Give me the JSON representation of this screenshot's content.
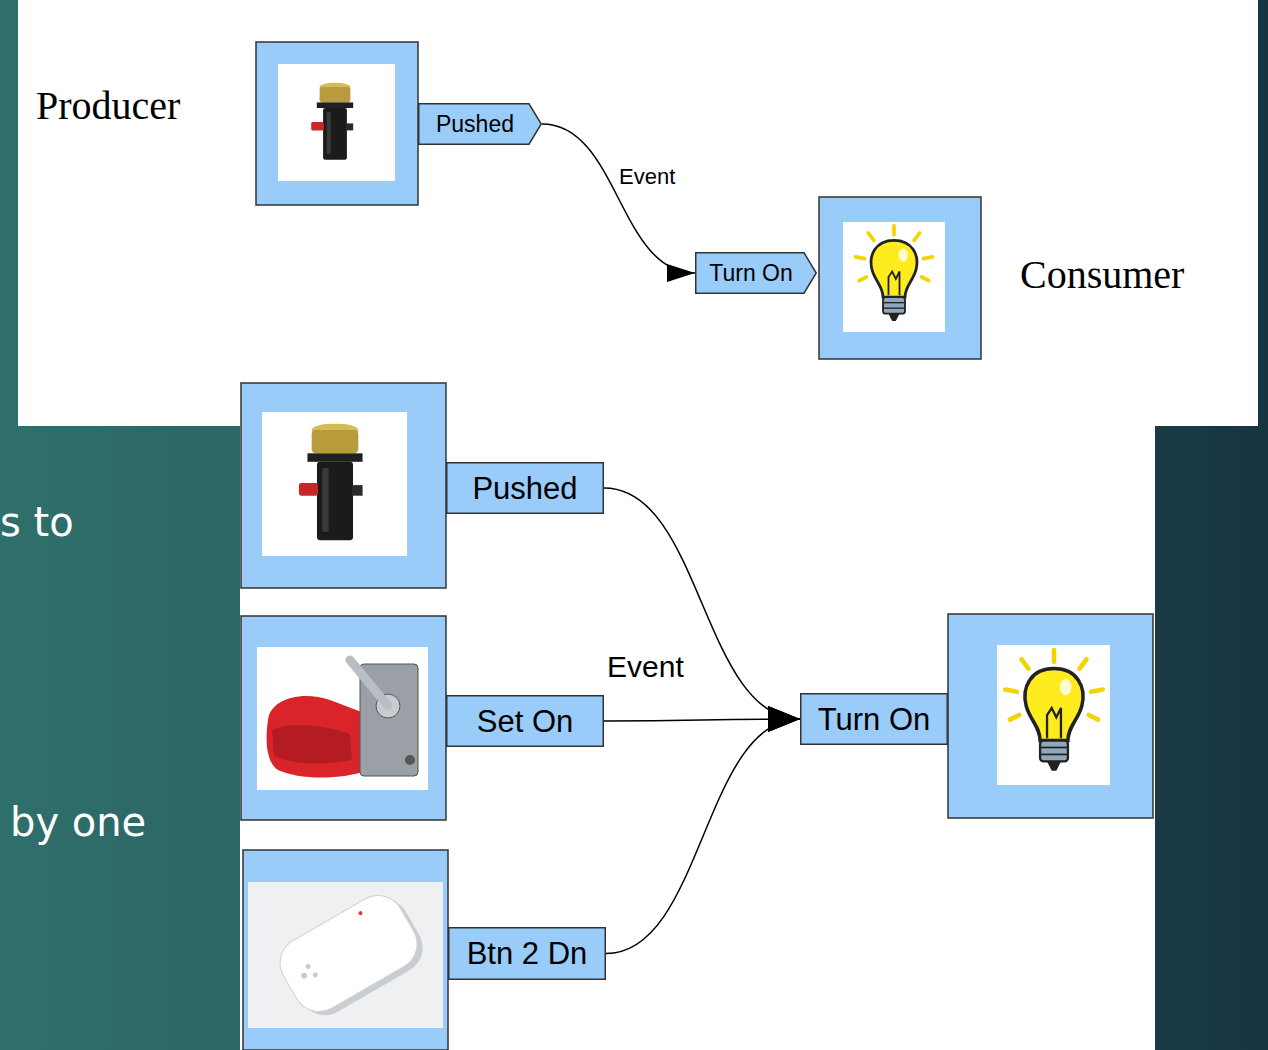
{
  "diagram": {
    "nodes": [
      {
        "text": [
          "Producer"
        ]
      },
      {
        "text": [
          "Pushed"
        ]
      },
      {
        "text": [
          "Turn On"
        ]
      },
      {
        "text": [
          "Consumer"
        ]
      },
      {
        "text": [
          "Pushed"
        ]
      },
      {
        "text": [
          "Set On"
        ]
      },
      {
        "text": [
          "Btn 2 Dn"
        ]
      },
      {
        "text": [
          "Turn On"
        ]
      }
    ],
    "edges": [
      {
        "from": 1,
        "to": 2,
        "arrow": "to",
        "label": "Event"
      },
      {
        "from": 4,
        "to": 7,
        "arrow": "to"
      },
      {
        "from": 5,
        "to": 7,
        "arrow": "to",
        "label": "Event"
      },
      {
        "from": 6,
        "to": 7,
        "arrow": "to"
      }
    ],
    "labels": [
      "s to",
      "by one"
    ]
  }
}
